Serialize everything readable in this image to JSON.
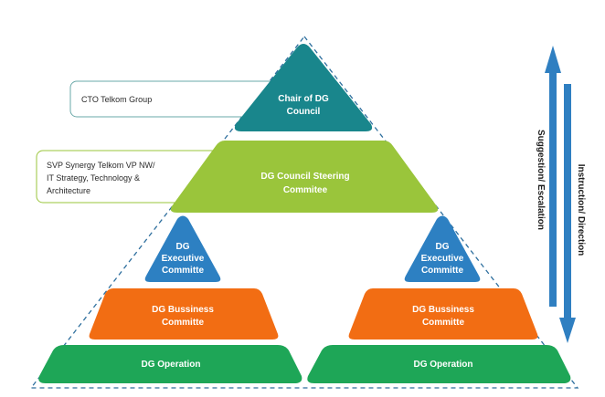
{
  "colors": {
    "teal": "#19868c",
    "lime": "#9ac53b",
    "blue": "#2d80c2",
    "orange": "#f26d13",
    "green": "#1ea657",
    "outline": "#2e6f9e",
    "arrow": "#2f7fc1",
    "callout_border_teal": "#6aa8a8",
    "callout_border_green": "#9ac53b"
  },
  "tiers": {
    "chair": [
      "Chair of DG",
      "Council"
    ],
    "steering": [
      "DG Council Steering",
      "Commitee"
    ],
    "executive_left": [
      "DG",
      "Executive",
      "Committe"
    ],
    "executive_right": [
      "DG",
      "Executive",
      "Committe"
    ],
    "business_left": [
      "DG Bussiness",
      "Committe"
    ],
    "business_right": [
      "DG Bussiness",
      "Committe"
    ],
    "operation_left": "DG Operation",
    "operation_right": "DG Operation"
  },
  "callouts": {
    "cto": "CTO Telkom Group",
    "svp": [
      "SVP Synergy Telkom VP NW/",
      "IT Strategy, Technology &",
      "Architecture"
    ]
  },
  "arrows": {
    "up_label": "Suggestion/ Escalation",
    "down_label": "Instruction/ Direction"
  }
}
